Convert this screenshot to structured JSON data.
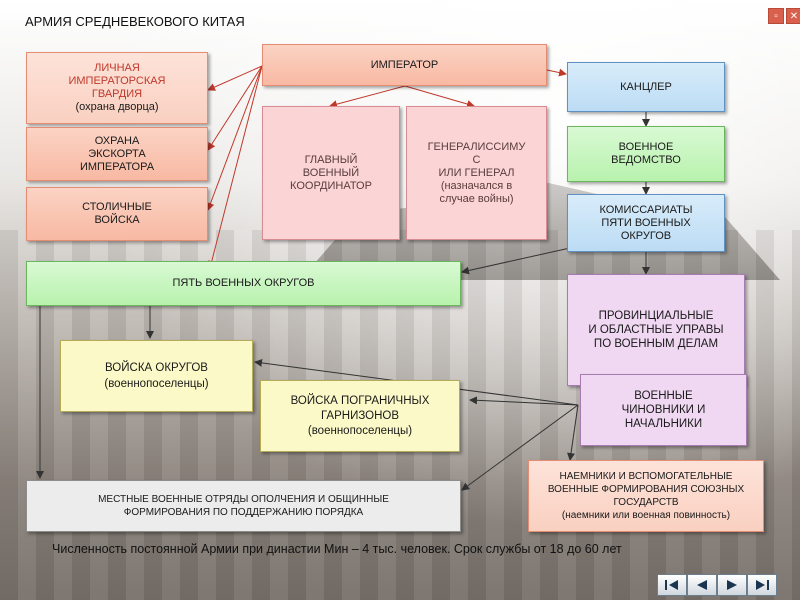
{
  "title": "АРМИЯ СРЕДНЕВЕКОВОГО КИТАЯ",
  "boxes": {
    "emperor": "ИМПЕРАТОР",
    "guard": [
      "ЛИЧНАЯ",
      "ИМПЕРАТОРСКАЯ",
      "ГВАРДИЯ",
      "(охрана дворца)"
    ],
    "escort": [
      "ОХРАНА",
      "ЭКСКОРТА",
      "ИМПЕРАТОРА"
    ],
    "capital": [
      "СТОЛИЧНЫЕ",
      "ВОЙСКА"
    ],
    "coordinator": [
      "ГЛАВНЫЙ",
      "ВОЕННЫЙ",
      "КООРДИНАТОР"
    ],
    "generalissimo": [
      "ГЕНЕРАЛИССИМУ",
      "С",
      "ИЛИ ГЕНЕРАЛ",
      "(назначался в",
      "случае войны)"
    ],
    "chancellor": "КАНЦЛЕР",
    "military_dept": [
      "ВОЕННОЕ",
      "ВЕДОМСТВО"
    ],
    "commissariats": [
      "КОМИССАРИАТЫ",
      "ПЯТИ ВОЕННЫХ",
      "ОКРУГОВ"
    ],
    "five_districts": "ПЯТЬ ВОЕННЫХ ОКРУГОВ",
    "provincial": [
      "ПРОВИНЦИАЛЬНЫЕ",
      "И ОБЛАСТНЫЕ УПРАВЫ",
      "ПО ВОЕННЫМ ДЕЛАМ"
    ],
    "district_troops": [
      "ВОЙСКА ОКРУГОВ",
      "(военнопоселенцы)"
    ],
    "border_troops": [
      "ВОЙСКА ПОГРАНИЧНЫХ",
      "ГАРНИЗОНОВ",
      "(военнопоселенцы)"
    ],
    "officials": [
      "ВОЕННЫЕ",
      "ЧИНОВНИКИ И",
      "НАЧАЛЬНИКИ"
    ],
    "mercenaries": [
      "НАЕМНИКИ И ВСПОМОГАТЕЛЬНЫЕ",
      "ВОЕННЫЕ ФОРМИРОВАНИЯ СОЮЗНЫХ",
      "ГОСУДАРСТВ",
      "(наемники или военная повинность)"
    ],
    "local_units": [
      "МЕСТНЫЕ ВОЕННЫЕ ОТРЯДЫ ОПОЛЧЕНИЯ И ОБЩИННЫЕ",
      "ФОРМИРОВАНИЯ ПО ПОДДЕРЖАНИЮ ПОРЯДКА"
    ]
  },
  "footer": "Численность постоянной Армии при династии Мин – 4 тыс. человек. Срок службы от 18 до 60 лет",
  "colors": {
    "arrow_red": "#c0392b",
    "arrow_dark": "#333333",
    "salmon": "#f8b9a3",
    "blue": "#bcdcf4",
    "green": "#b8f2ad",
    "purple": "#f0d8f3",
    "yellow": "#fcf9c8",
    "gray": "#ececec"
  },
  "icons": [
    "window-icon",
    "close-icon",
    "first-slide-icon",
    "previous-slide-icon",
    "next-slide-icon",
    "last-slide-icon"
  ]
}
